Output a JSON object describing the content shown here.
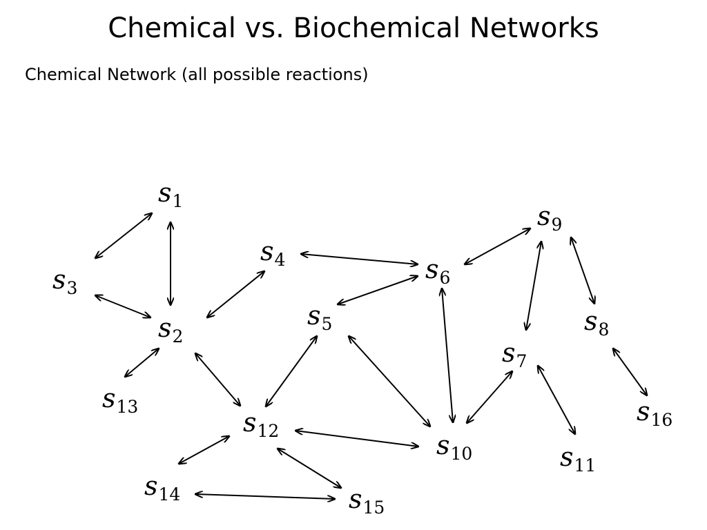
{
  "slide": {
    "title": "Chemical vs. Biochemical Networks",
    "subtitle": "Chemical Network (all possible reactions)"
  },
  "network": {
    "nodes": [
      {
        "id": "s1",
        "var": "s",
        "sub": "1"
      },
      {
        "id": "s2",
        "var": "s",
        "sub": "2"
      },
      {
        "id": "s3",
        "var": "s",
        "sub": "3"
      },
      {
        "id": "s4",
        "var": "s",
        "sub": "4"
      },
      {
        "id": "s5",
        "var": "s",
        "sub": "5"
      },
      {
        "id": "s6",
        "var": "s",
        "sub": "6"
      },
      {
        "id": "s7",
        "var": "s",
        "sub": "7"
      },
      {
        "id": "s8",
        "var": "s",
        "sub": "8"
      },
      {
        "id": "s9",
        "var": "s",
        "sub": "9"
      },
      {
        "id": "s10",
        "var": "s",
        "sub": "10"
      },
      {
        "id": "s11",
        "var": "s",
        "sub": "11"
      },
      {
        "id": "s12",
        "var": "s",
        "sub": "12"
      },
      {
        "id": "s13",
        "var": "s",
        "sub": "13"
      },
      {
        "id": "s14",
        "var": "s",
        "sub": "14"
      },
      {
        "id": "s15",
        "var": "s",
        "sub": "15"
      },
      {
        "id": "s16",
        "var": "s",
        "sub": "16"
      }
    ],
    "edges": [
      {
        "from": "s1",
        "to": "s3",
        "direction": "both"
      },
      {
        "from": "s1",
        "to": "s2",
        "direction": "both"
      },
      {
        "from": "s3",
        "to": "s2",
        "direction": "both"
      },
      {
        "from": "s2",
        "to": "s4",
        "direction": "both"
      },
      {
        "from": "s2",
        "to": "s13",
        "direction": "both"
      },
      {
        "from": "s2",
        "to": "s12",
        "direction": "both"
      },
      {
        "from": "s4",
        "to": "s6",
        "direction": "both"
      },
      {
        "from": "s5",
        "to": "s6",
        "direction": "both"
      },
      {
        "from": "s5",
        "to": "s12",
        "direction": "both"
      },
      {
        "from": "s5",
        "to": "s10",
        "direction": "both"
      },
      {
        "from": "s6",
        "to": "s9",
        "direction": "both"
      },
      {
        "from": "s6",
        "to": "s10",
        "direction": "both"
      },
      {
        "from": "s9",
        "to": "s7",
        "direction": "both"
      },
      {
        "from": "s9",
        "to": "s8",
        "direction": "both"
      },
      {
        "from": "s8",
        "to": "s16",
        "direction": "both"
      },
      {
        "from": "s7",
        "to": "s10",
        "direction": "both"
      },
      {
        "from": "s7",
        "to": "s11",
        "direction": "both"
      },
      {
        "from": "s12",
        "to": "s10",
        "direction": "both"
      },
      {
        "from": "s12",
        "to": "s14",
        "direction": "both"
      },
      {
        "from": "s12",
        "to": "s15",
        "direction": "both"
      },
      {
        "from": "s14",
        "to": "s15",
        "direction": "both"
      }
    ]
  }
}
